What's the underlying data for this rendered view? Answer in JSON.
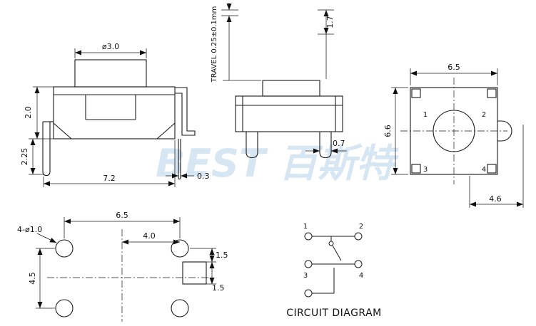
{
  "watermark": {
    "text": "BEST 百斯特"
  },
  "front_view": {
    "dim_button_diameter": "ø3.0",
    "dim_body_height": "2.0",
    "dim_pin_length": "2.25",
    "dim_body_width": "7.2",
    "dim_pin_thickness": "0.3"
  },
  "side_view": {
    "travel_label": "TRAVEL 0.25±0.1mm",
    "dim_stem_height": "1.7",
    "dim_leg_width": "0.7"
  },
  "top_view": {
    "dim_width": "6.5",
    "dim_height": "6.6",
    "dim_terminal_span": "4.6",
    "pin_labels": [
      "1",
      "2",
      "3",
      "4"
    ]
  },
  "footprint_view": {
    "hole_callout": "4-ø1.0",
    "dim_hole_span_x": "6.5",
    "dim_inner_span": "4.0",
    "dim_hole_span_y": "4.5",
    "dim_pad_offset": "1.5",
    "dim_pad_size": "1.5"
  },
  "circuit_diagram": {
    "pin_labels": [
      "1",
      "2",
      "3",
      "4"
    ],
    "title": "CIRCUIT DIAGRAM"
  }
}
